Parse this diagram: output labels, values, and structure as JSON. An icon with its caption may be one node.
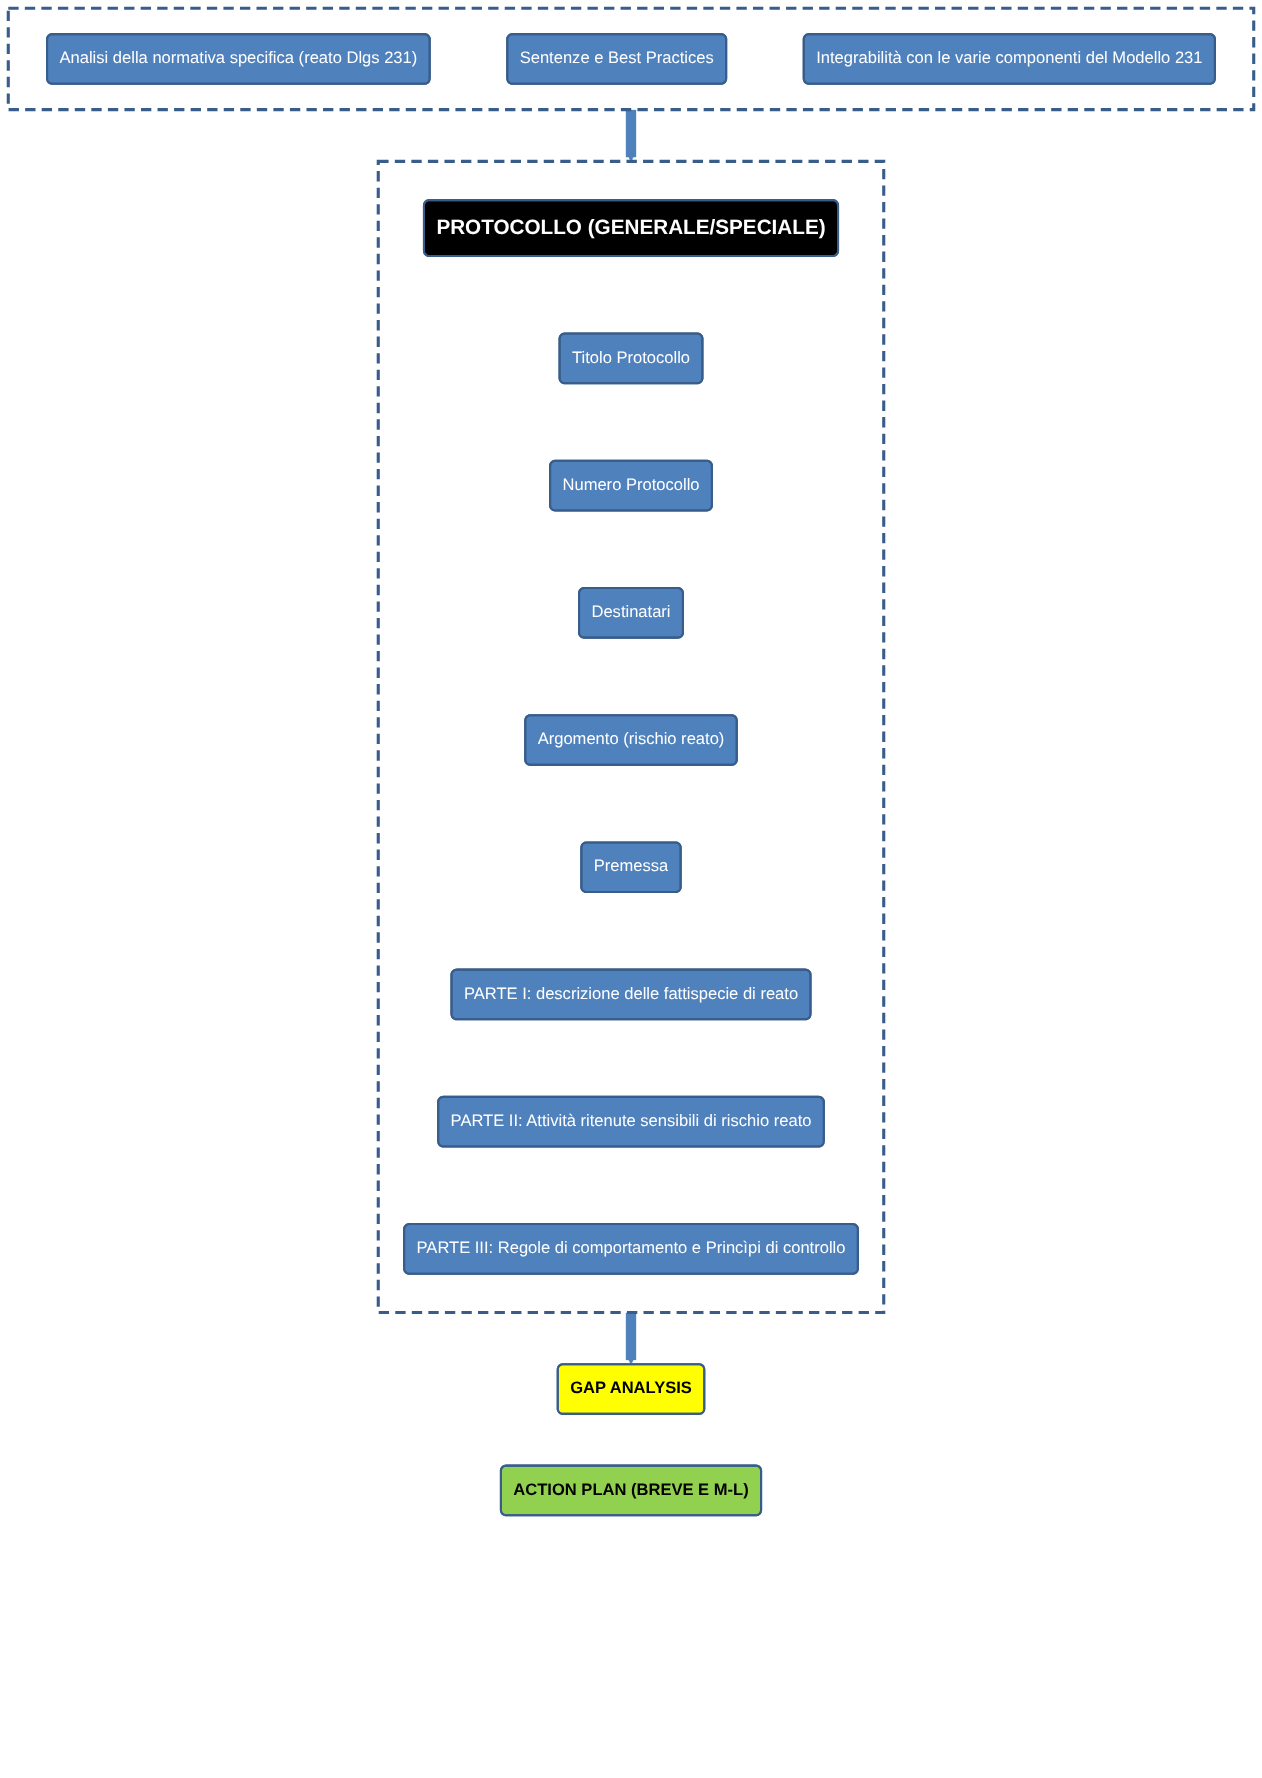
{
  "diagram": {
    "nodes": [
      {
        "text": [],
        "shape": "box"
      },
      {
        "text": [
          "Analisi della normativa specifica (reato Dlgs 231)"
        ],
        "in": 0
      },
      {
        "text": [
          "Sentenze e Best Practices"
        ],
        "in": 0
      },
      {
        "text": [
          "Integrabilità con le varie componenti del Modello 231"
        ],
        "in": 0
      },
      {
        "text": [],
        "shape": "box"
      },
      {
        "text": [
          "PROTOCOLLO (GENERALE/SPECIALE)"
        ],
        "in": 4
      },
      {
        "text": [
          "Titolo Protocollo"
        ],
        "in": 4
      },
      {
        "text": [
          "Numero Protocollo"
        ],
        "in": 4
      },
      {
        "text": [
          "Destinatari"
        ],
        "in": 4
      },
      {
        "text": [
          "Argomento (rischio reato)"
        ],
        "in": 4
      },
      {
        "text": [
          "Premessa"
        ],
        "in": 4
      },
      {
        "text": [
          "PARTE I: descrizione delle fattispecie di reato"
        ],
        "in": 4
      },
      {
        "text": [
          "PARTE II: Attività ritenute sensibili di rischio reato"
        ],
        "in": 4
      },
      {
        "text": [
          "PARTE III: Regole di comportamento e Princìpi di controllo"
        ],
        "in": 4
      },
      {
        "text": [
          "GAP ANALYSIS"
        ]
      },
      {
        "text": [
          "ACTION PLAN (BREVE E M-L)"
        ]
      }
    ],
    "edges": [
      {
        "from": 0,
        "to": 4,
        "arrow": "to"
      },
      {
        "from": 4,
        "to": 14,
        "arrow": "to"
      }
    ]
  }
}
